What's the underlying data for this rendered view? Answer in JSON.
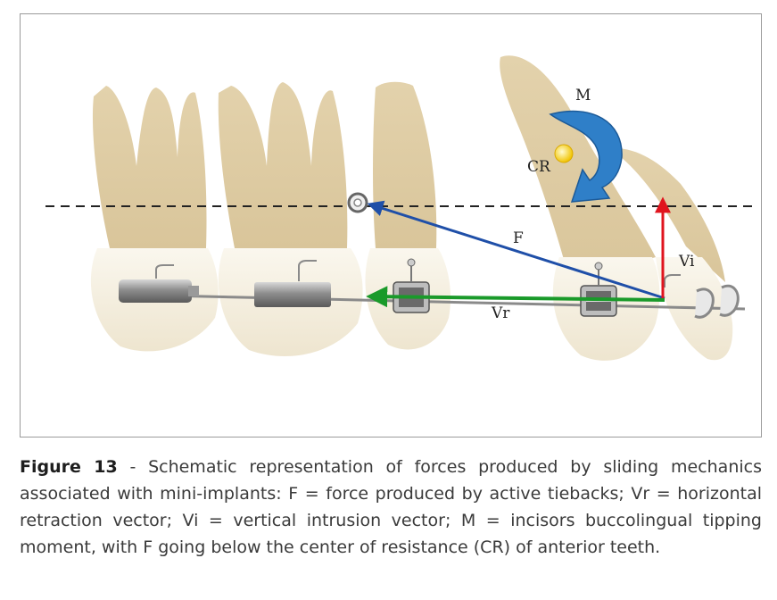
{
  "figure": {
    "labels": {
      "moment": "M",
      "center_of_resistance": "CR",
      "force": "F",
      "vertical_intrusion": "Vi",
      "horizontal_retraction": "Vr"
    },
    "colors": {
      "force_arrow": "#1f4fa8",
      "retraction_arrow": "#1a9a2a",
      "intrusion_arrow": "#e0141e",
      "moment_arrow": "#2f7fc8",
      "center_of_resistance": "#f5d21c",
      "tooth_root": "#e6d7b4",
      "tooth_crown": "#f4efe3"
    }
  },
  "caption": {
    "label": "Figure 13",
    "text": " - Schematic representation of forces produced by sliding mechanics associated with mini-implants: F = force produced by active tiebacks; Vr = horizontal retraction vector; Vi = vertical intrusion vector; M = incisors buccolingual tipping moment, with F going below the center of resistance (CR) of anterior teeth."
  }
}
